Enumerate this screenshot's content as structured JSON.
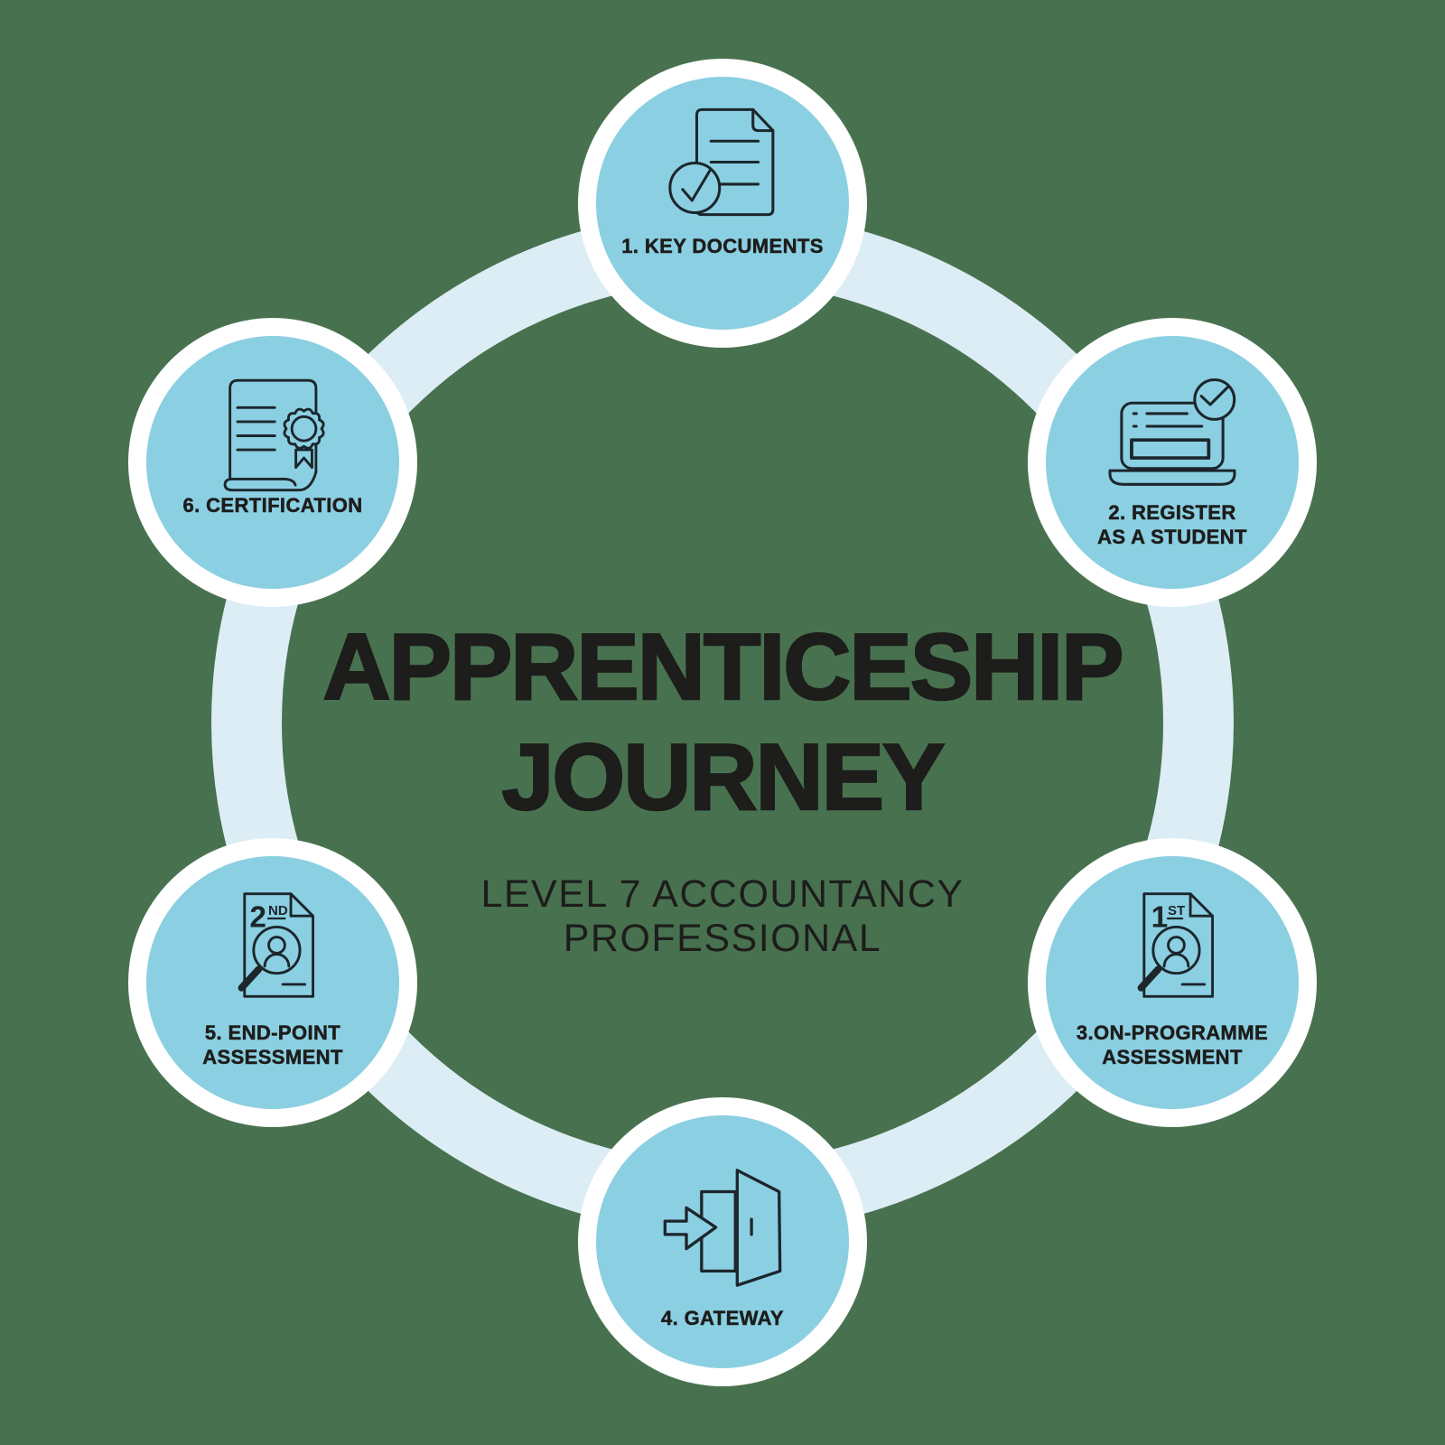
{
  "colors": {
    "background": "#48724F",
    "ring": "#DCEDF6",
    "node_fill": "#8BCFE2",
    "node_border": "#FFFFFF",
    "text": "#1D1D1B",
    "icon_stroke": "#1C262B"
  },
  "center": {
    "title_line1": "APPRENTICESHIP",
    "title_line2": "JOURNEY",
    "subtitle_line1": "LEVEL 7 ACCOUNTANCY",
    "subtitle_line2": "PROFESSIONAL"
  },
  "steps": [
    {
      "label_line1": "1. KEY DOCUMENTS",
      "label_line2": "",
      "icon": "document-check-icon"
    },
    {
      "label_line1": "2. REGISTER",
      "label_line2": "AS A STUDENT",
      "icon": "laptop-check-icon"
    },
    {
      "label_line1": "3.ON-PROGRAMME",
      "label_line2": "ASSESSMENT",
      "icon": "document-search-person-icon",
      "badge_number": "1",
      "badge_suffix": "ST"
    },
    {
      "label_line1": "4. GATEWAY",
      "label_line2": "",
      "icon": "door-arrow-icon"
    },
    {
      "label_line1": "5. END-POINT",
      "label_line2": "ASSESSMENT",
      "icon": "document-search-person-icon",
      "badge_number": "2",
      "badge_suffix": "ND"
    },
    {
      "label_line1": "6. CERTIFICATION",
      "label_line2": "",
      "icon": "certificate-rosette-icon"
    }
  ]
}
